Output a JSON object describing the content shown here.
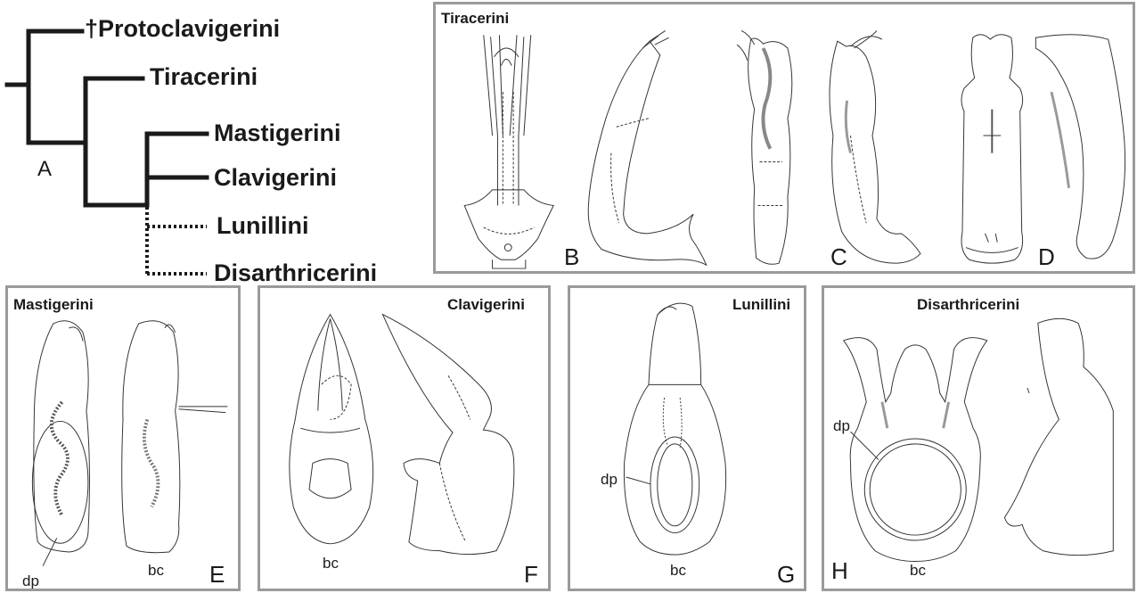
{
  "tree": {
    "panel_letter": "A",
    "taxa": [
      {
        "name": "†Protoclavigerini",
        "line": "solid"
      },
      {
        "name": "Tiracerini",
        "line": "solid"
      },
      {
        "name": "Mastigerini",
        "line": "solid"
      },
      {
        "name": "Clavigerini",
        "line": "solid"
      },
      {
        "name": "Lunillini",
        "line": "dotted"
      },
      {
        "name": "Disarthricerini",
        "line": "dotted"
      }
    ]
  },
  "panels": {
    "tiracerini": {
      "title": "Tiracerini",
      "letters": [
        "B",
        "C",
        "D"
      ]
    },
    "mastigerini": {
      "title": "Mastigerini",
      "letter": "E",
      "labels": [
        "dp",
        "bc"
      ]
    },
    "clavigerini": {
      "title": "Clavigerini",
      "letter": "F",
      "labels": [
        "bc"
      ]
    },
    "lunillini": {
      "title": "Lunillini",
      "letter": "G",
      "labels": [
        "dp",
        "bc"
      ]
    },
    "disarthricerini": {
      "title": "Disarthricerini",
      "letter": "H",
      "labels": [
        "dp",
        "bc"
      ]
    }
  }
}
